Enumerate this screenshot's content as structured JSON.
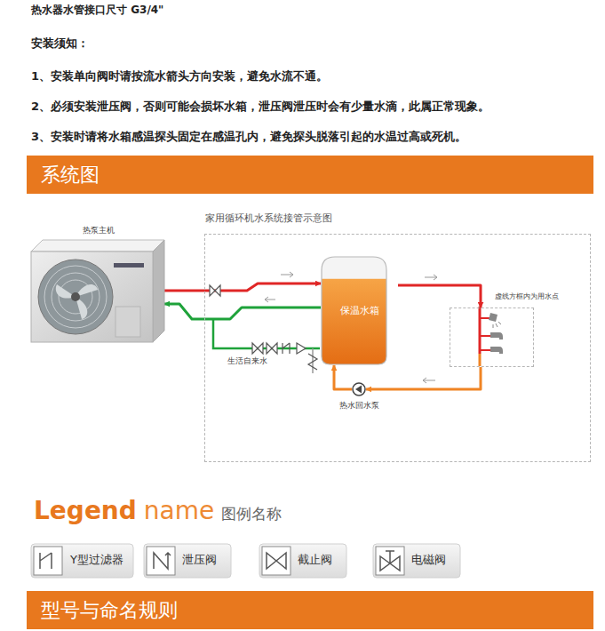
{
  "diagram": {
    "nodes": [
      {
        "text": [
          "系统图"
        ]
      },
      {
        "text": [
          "热泵主机"
        ]
      },
      {
        "text": [
          "家用循环机水系统接管示意图"
        ]
      },
      {
        "text": [
          "保温水箱"
        ],
        "in": 2
      },
      {
        "text": [
          "虚线方框内为用水点"
        ],
        "in": 2
      },
      {
        "text": [
          "热水回水泵"
        ],
        "in": 2
      },
      {
        "text": [
          "型号与命名规则"
        ]
      }
    ],
    "edges": [
      {
        "from": 1,
        "to": 3,
        "arrow": "to"
      },
      {
        "from": 3,
        "to": 1,
        "arrow": "to"
      },
      {
        "from": 3,
        "to": 4,
        "arrow": "to"
      },
      {
        "from": 4,
        "to": 5,
        "arrow": "to"
      },
      {
        "from": 5,
        "to": 3,
        "arrow": "to"
      }
    ],
    "labels": [
      "热水器水管接口尺寸 G3/4\"",
      "安装须知：",
      "1、安装单向阀时请按流水箭头方向安装，避免水流不通。",
      "2、必须安装泄压阀，否则可能会损坏水箱，泄压阀泄压时会有少量水滴，此属正常现象。",
      "3、安装时请将水箱感温探头固定在感温孔内，避免探头脱落引起的水温过高或死机。",
      "生活自来水",
      "Legend",
      "name",
      "图例名称"
    ],
    "legend": [
      {
        "text": "Y型过滤器"
      },
      {
        "text": "泄压阀"
      },
      {
        "text": "截止阀"
      },
      {
        "text": "电磁阀"
      }
    ]
  }
}
